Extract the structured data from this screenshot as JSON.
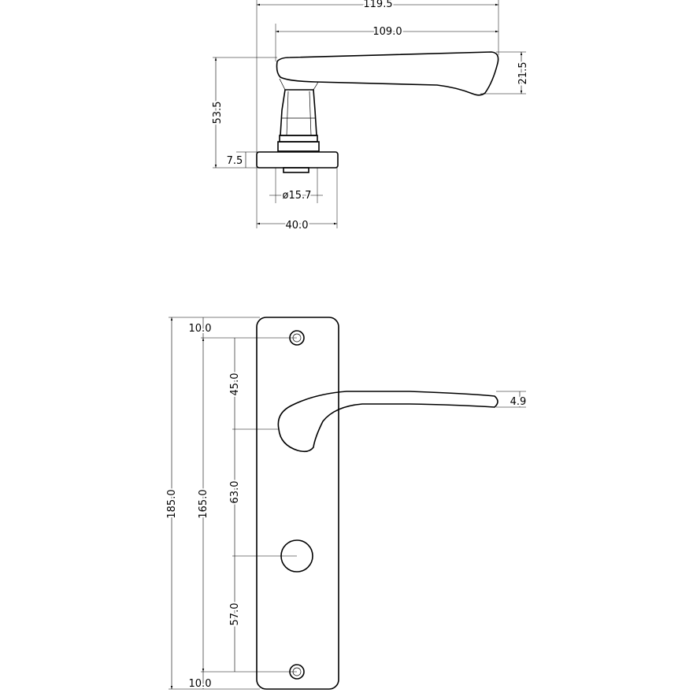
{
  "side_view": {
    "dims": {
      "overall_length": "119.5",
      "lever_length": "109.0",
      "lever_height": "21.5",
      "total_height": "53.5",
      "rose_thickness": "7.5",
      "spindle_diameter": "ø15.7",
      "rose_diameter": "40.0"
    }
  },
  "front_view": {
    "dims": {
      "top_margin": "10.0",
      "to_lever": "45.0",
      "lever_to_turn": "63.0",
      "turn_to_screw": "57.0",
      "bottom_margin": "10.0",
      "screw_centres": "165.0",
      "plate_height": "185.0",
      "lever_tip": "4.9"
    }
  }
}
